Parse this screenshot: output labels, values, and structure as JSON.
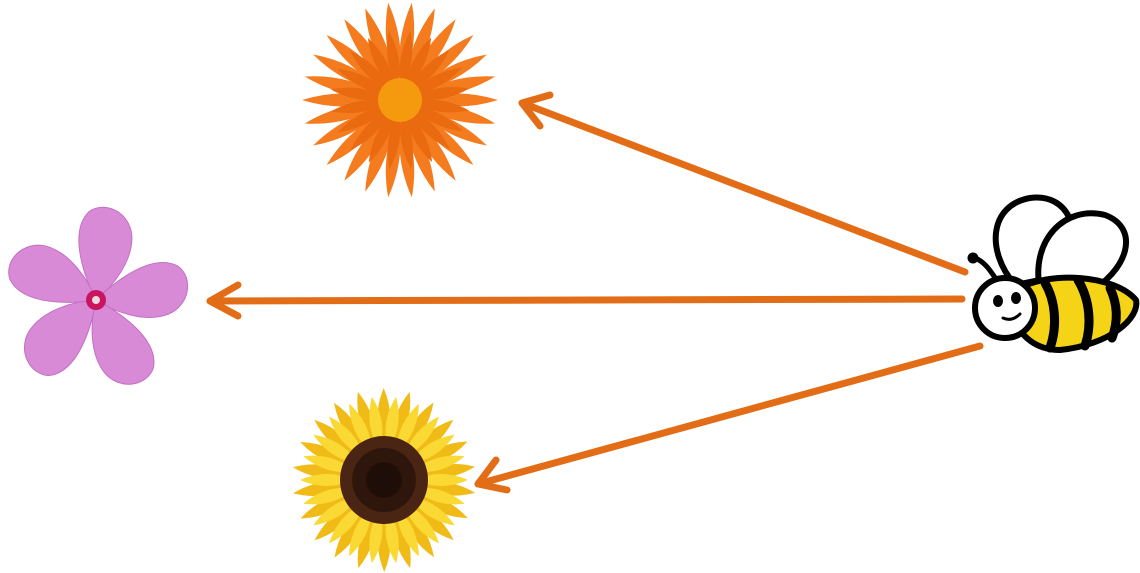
{
  "diagram": {
    "colors": {
      "background": "#ffffff",
      "arrow": "#e26d16"
    },
    "nodes": [
      {
        "id": "orange-flower",
        "icon": "orange-flower-icon",
        "color": "#f27a1c"
      },
      {
        "id": "pink-flower",
        "icon": "pink-flower-icon",
        "color": "#d889d6"
      },
      {
        "id": "sunflower",
        "icon": "sunflower-icon",
        "color": "#f7cc25"
      },
      {
        "id": "bee",
        "icon": "bee-icon",
        "color": "#f5d316"
      }
    ],
    "edges": [
      {
        "from": "bee",
        "to": "orange-flower"
      },
      {
        "from": "bee",
        "to": "pink-flower"
      },
      {
        "from": "bee",
        "to": "sunflower"
      }
    ]
  }
}
